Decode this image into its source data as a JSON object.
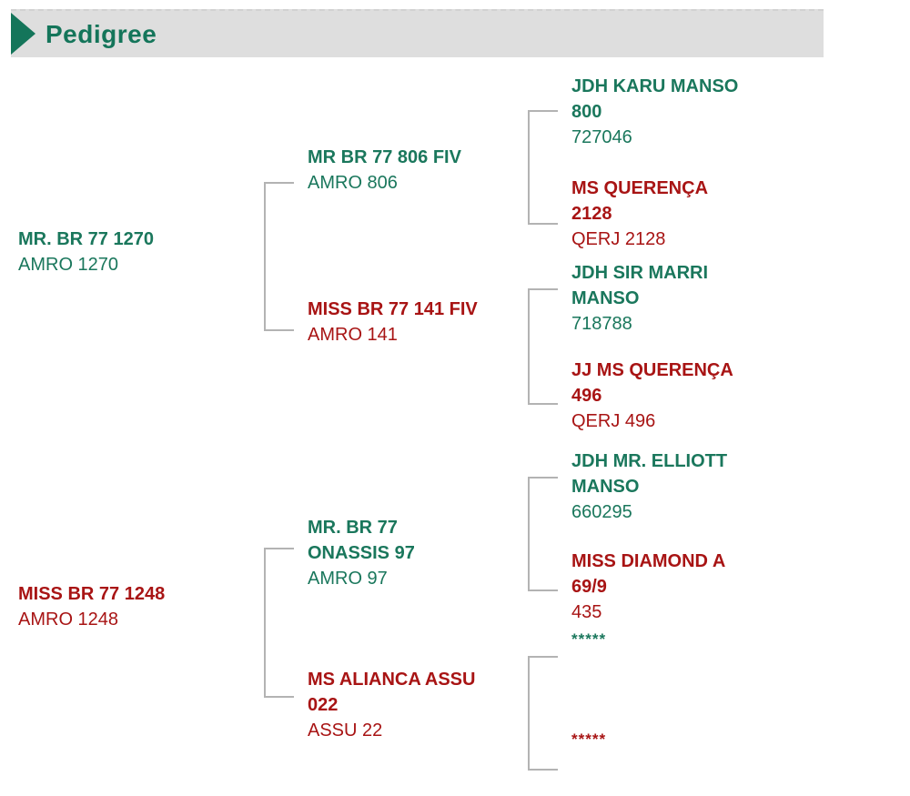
{
  "header": {
    "title": "Pedigree"
  },
  "colors": {
    "male_text": "#1a775c",
    "female_text": "#a81414",
    "connector_line": "#b3b3b3",
    "header_bar_bg": "#dedede",
    "header_accent": "#14755a"
  },
  "pedigree": {
    "nodes": [
      {
        "relation": "sire",
        "sex": "male",
        "name": "MR. BR 77 1270",
        "reg": "AMRO 1270"
      },
      {
        "relation": "dam",
        "sex": "female",
        "name": "MISS BR 77 1248",
        "reg": "AMRO 1248"
      },
      {
        "relation": "sire-sire",
        "sex": "male",
        "name": "MR BR 77 806 FIV",
        "reg": "AMRO 806"
      },
      {
        "relation": "sire-dam",
        "sex": "female",
        "name": "MISS BR 77 141 FIV",
        "reg": "AMRO 141"
      },
      {
        "relation": "dam-sire",
        "sex": "male",
        "name": "MR. BR 77\nONASSIS 97",
        "reg": "AMRO 97"
      },
      {
        "relation": "dam-dam",
        "sex": "female",
        "name": "MS ALIANCA ASSU\n022",
        "reg": "ASSU 22"
      },
      {
        "relation": "sire-sire-sire",
        "sex": "male",
        "name": "JDH KARU MANSO\n800",
        "reg": "727046"
      },
      {
        "relation": "sire-sire-dam",
        "sex": "female",
        "name": "MS QUERENÇA\n2128",
        "reg": "QERJ 2128"
      },
      {
        "relation": "sire-dam-sire",
        "sex": "male",
        "name": "JDH SIR MARRI\nMANSO",
        "reg": "718788"
      },
      {
        "relation": "sire-dam-dam",
        "sex": "female",
        "name": "JJ MS QUERENÇA\n496",
        "reg": "QERJ 496"
      },
      {
        "relation": "dam-sire-sire",
        "sex": "male",
        "name": "JDH MR. ELLIOTT\nMANSO",
        "reg": "660295"
      },
      {
        "relation": "dam-sire-dam",
        "sex": "female",
        "name": "MISS DIAMOND A\n69/9",
        "reg": "435"
      },
      {
        "relation": "dam-dam-sire",
        "sex": "male",
        "name": "*****",
        "reg": "",
        "stars": true
      },
      {
        "relation": "dam-dam-dam",
        "sex": "female",
        "name": "*****",
        "reg": "",
        "stars": true
      }
    ]
  }
}
